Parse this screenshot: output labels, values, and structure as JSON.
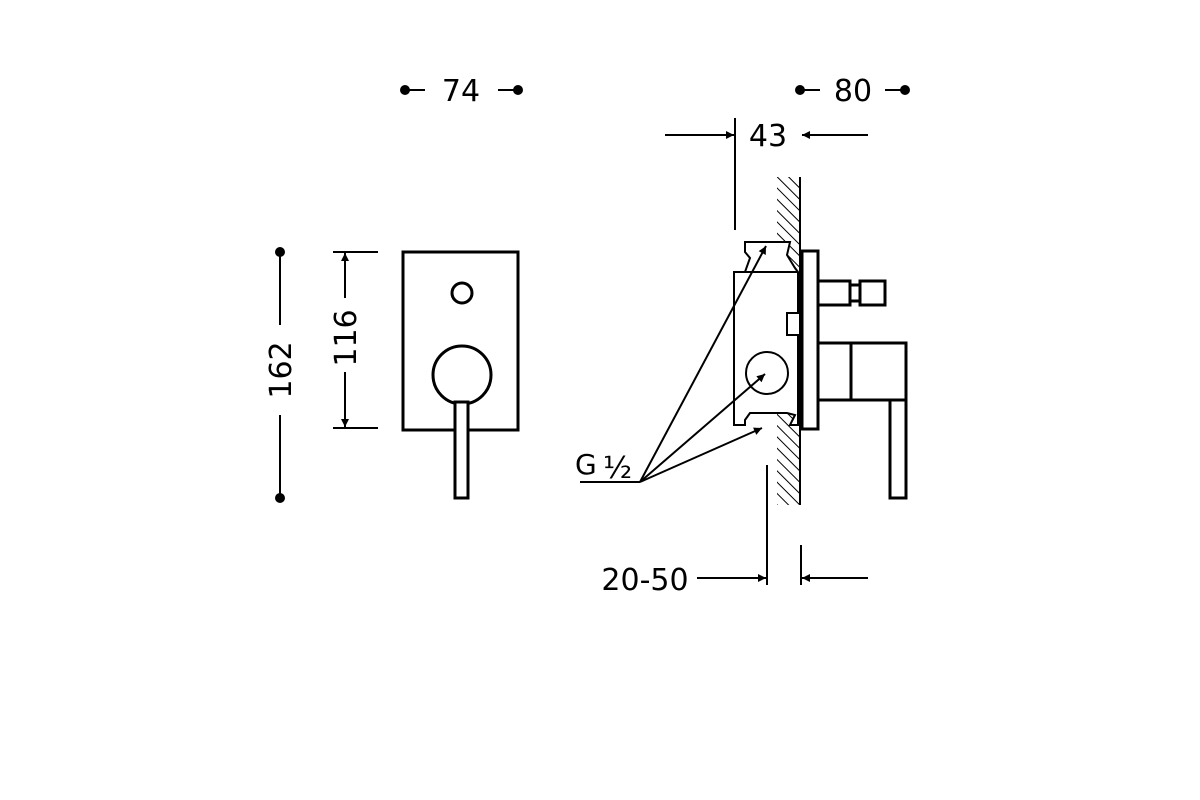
{
  "dimensions": {
    "front_width": "74",
    "side_depth": "80",
    "total_height": "162",
    "plate_height": "116",
    "recess_depth": "43",
    "wall_range": "20-50"
  },
  "connection_label": "G",
  "connection_fraction": "½",
  "colors": {
    "line": "#000000",
    "background": "#ffffff"
  }
}
